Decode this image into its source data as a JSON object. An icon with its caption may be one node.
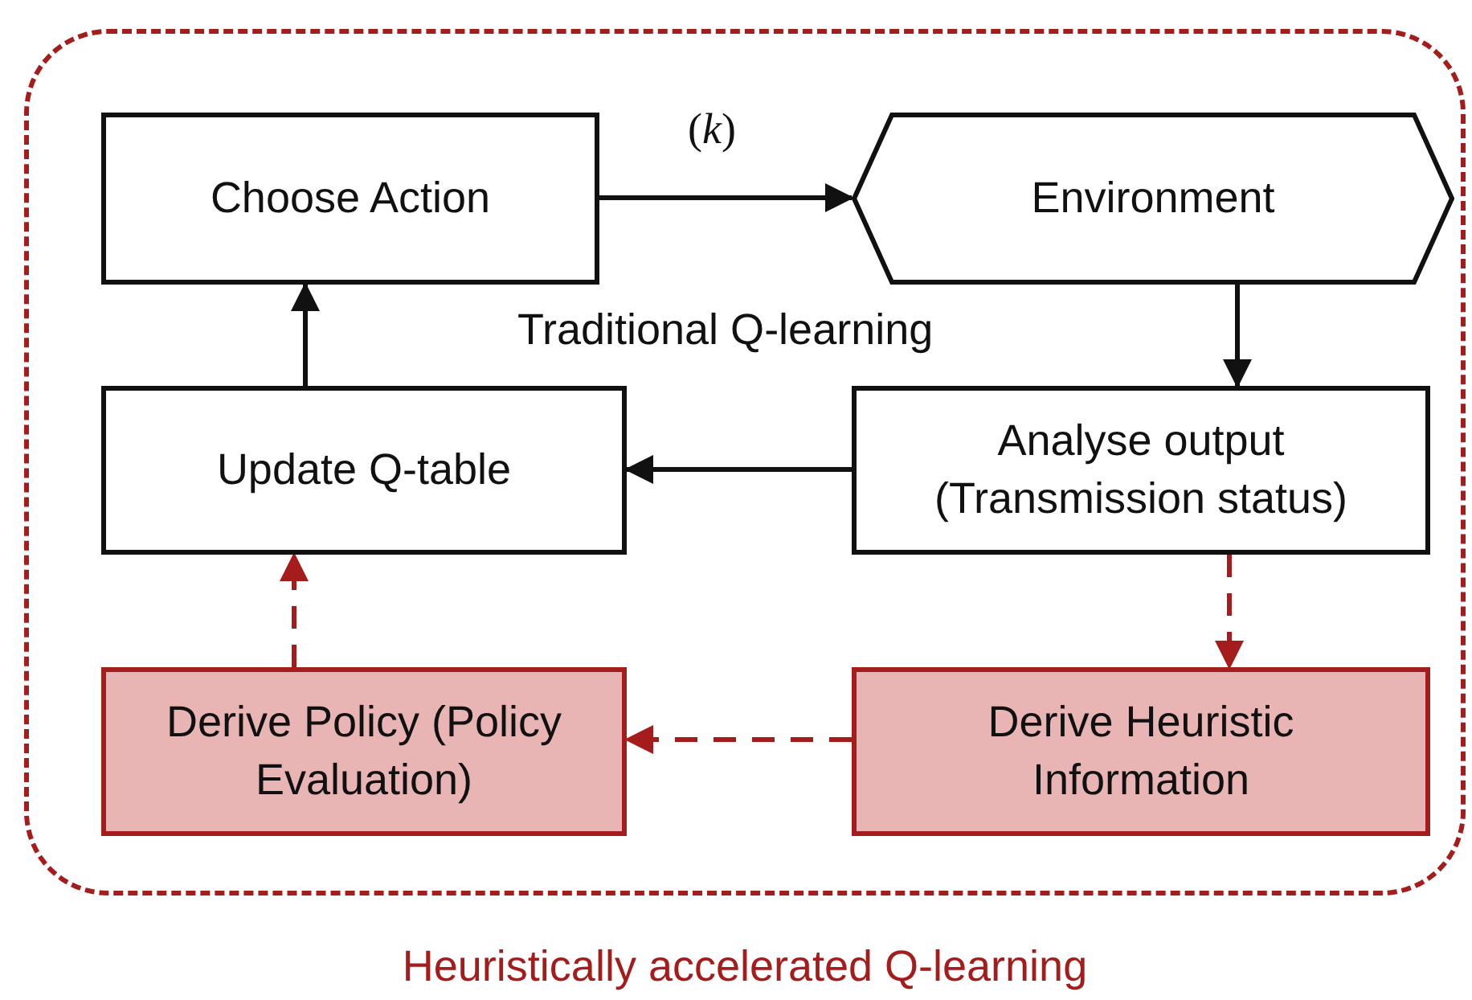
{
  "diagram": {
    "nodes": [
      {
        "text": [
          "Heuristically accelerated Q-learning"
        ]
      },
      {
        "text": [
          "Choose Action"
        ],
        "in": 0
      },
      {
        "text": [
          "Environment"
        ],
        "in": 0
      },
      {
        "text": [
          "Update Q-table"
        ],
        "in": 0
      },
      {
        "text": [
          "Analyse output (Transmission status)"
        ],
        "in": 0
      },
      {
        "text": [
          "Derive Policy (Policy Evaluation)"
        ],
        "in": 0
      },
      {
        "text": [
          "Derive Heuristic Information"
        ],
        "in": 0
      }
    ],
    "edges": [
      {
        "from": 1,
        "to": 2,
        "arrow": "to",
        "label": "(*k*)"
      },
      {
        "from": 2,
        "to": 4,
        "arrow": "to"
      },
      {
        "from": 4,
        "to": 3,
        "arrow": "to"
      },
      {
        "from": 3,
        "to": 1,
        "arrow": "to"
      },
      {
        "from": 4,
        "to": 6,
        "arrow": "to",
        "style": "dashed",
        "color": "#a51c1c"
      },
      {
        "from": 6,
        "to": 5,
        "arrow": "to",
        "style": "dashed",
        "color": "#a51c1c"
      },
      {
        "from": 5,
        "to": 3,
        "arrow": "to",
        "style": "dashed",
        "color": "#a51c1c"
      }
    ],
    "labels": [
      "Traditional Q-learning"
    ]
  }
}
